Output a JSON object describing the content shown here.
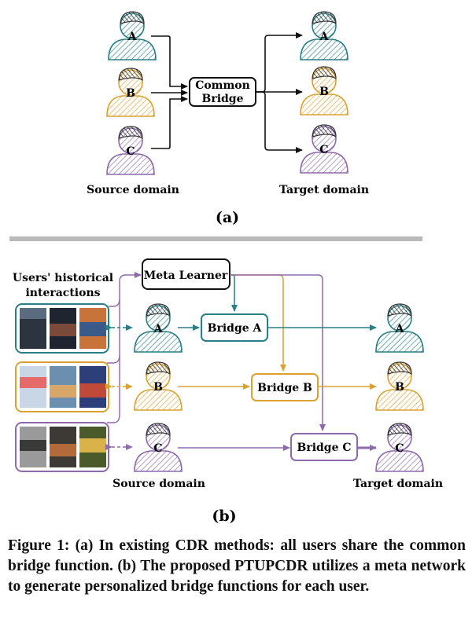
{
  "panel_a": {
    "users": [
      "A",
      "B",
      "C"
    ],
    "target_users": [
      "A",
      "B",
      "C"
    ],
    "bridge_label_line1": "Common",
    "bridge_label_line2": "Bridge",
    "source_label": "Source domain",
    "target_label": "Target domain",
    "panel_label": "(a)"
  },
  "panel_b": {
    "history_label_line1": "Users' historical",
    "history_label_line2": "interactions",
    "meta_learner_label": "Meta Learner",
    "users": [
      "A",
      "B",
      "C"
    ],
    "target_users": [
      "A",
      "B",
      "C"
    ],
    "bridges": [
      "Bridge A",
      "Bridge B",
      "Bridge C"
    ],
    "source_label": "Source domain",
    "target_label": "Target domain",
    "panel_label": "(b)"
  },
  "colors": {
    "user_a": "#2a7f86",
    "user_b": "#d9a233",
    "user_c": "#8e6aad",
    "hair": "#333333"
  },
  "caption": "Figure 1: (a) In existing CDR methods: all users share the common bridge function. (b) The proposed PTUPCDR utilizes a meta network to generate personalized bridge functions for each user."
}
